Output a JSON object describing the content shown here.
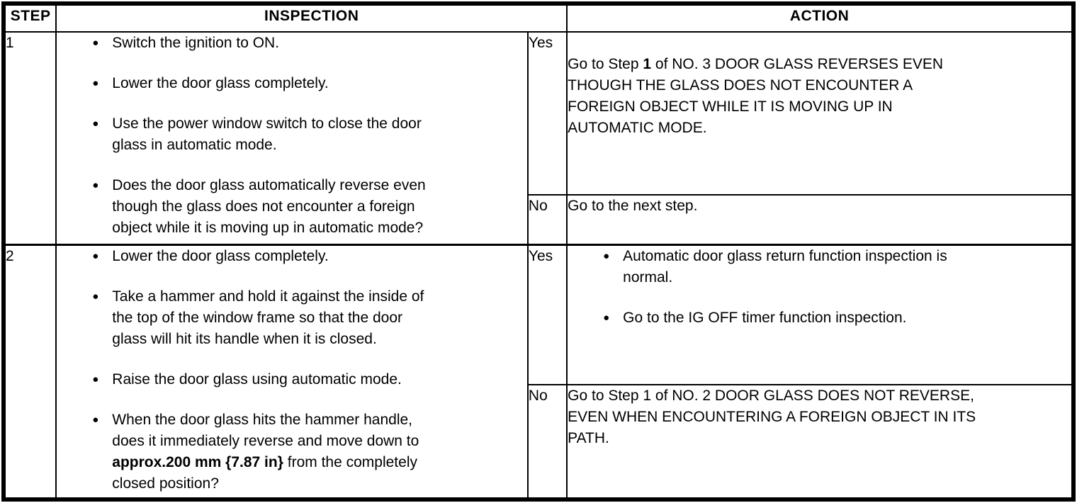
{
  "table": {
    "headers": {
      "step": "STEP",
      "inspection": "INSPECTION",
      "action": "ACTION"
    },
    "bullet_glyph": "●",
    "steps": [
      {
        "number": "1",
        "inspection_bullets": {
          "b1": "Switch the ignition to ON.",
          "b2": "Lower the door glass completely.",
          "b3": "Use the power window switch to close the door\nglass in automatic mode.",
          "b4": "Does the door glass automatically reverse even\nthough the glass does not encounter a foreign\nobject while it is moving up in automatic mode?"
        },
        "yes": {
          "label": "Yes",
          "action_pre": "Go to Step ",
          "action_bold": "1",
          "action_post": " of NO. 3 DOOR GLASS REVERSES EVEN\nTHOUGH THE GLASS DOES NOT ENCOUNTER A\nFOREIGN OBJECT WHILE IT IS MOVING UP IN\nAUTOMATIC MODE."
        },
        "no": {
          "label": "No",
          "action": "Go to the next step."
        }
      },
      {
        "number": "2",
        "inspection_bullets": {
          "b1": "Lower the door glass completely.",
          "b2": "Take a hammer and hold it against the inside of\nthe top of the window frame so that the door\nglass will hit its handle when it is closed.",
          "b3": "Raise the door glass using automatic mode.",
          "b4_pre": "When the door glass hits the hammer handle,\ndoes it immediately reverse and move down to\n",
          "b4_bold": "approx.200 mm {7.87 in}",
          "b4_post": " from the completely\nclosed position?"
        },
        "yes": {
          "label": "Yes",
          "action_bullets": {
            "b1": "Automatic door glass return function inspection is\nnormal.",
            "b2": "Go to the IG OFF timer function inspection."
          }
        },
        "no": {
          "label": "No",
          "action": "Go to Step 1 of NO. 2 DOOR GLASS DOES NOT REVERSE,\nEVEN WHEN ENCOUNTERING A FOREIGN OBJECT IN ITS\nPATH."
        }
      }
    ]
  }
}
